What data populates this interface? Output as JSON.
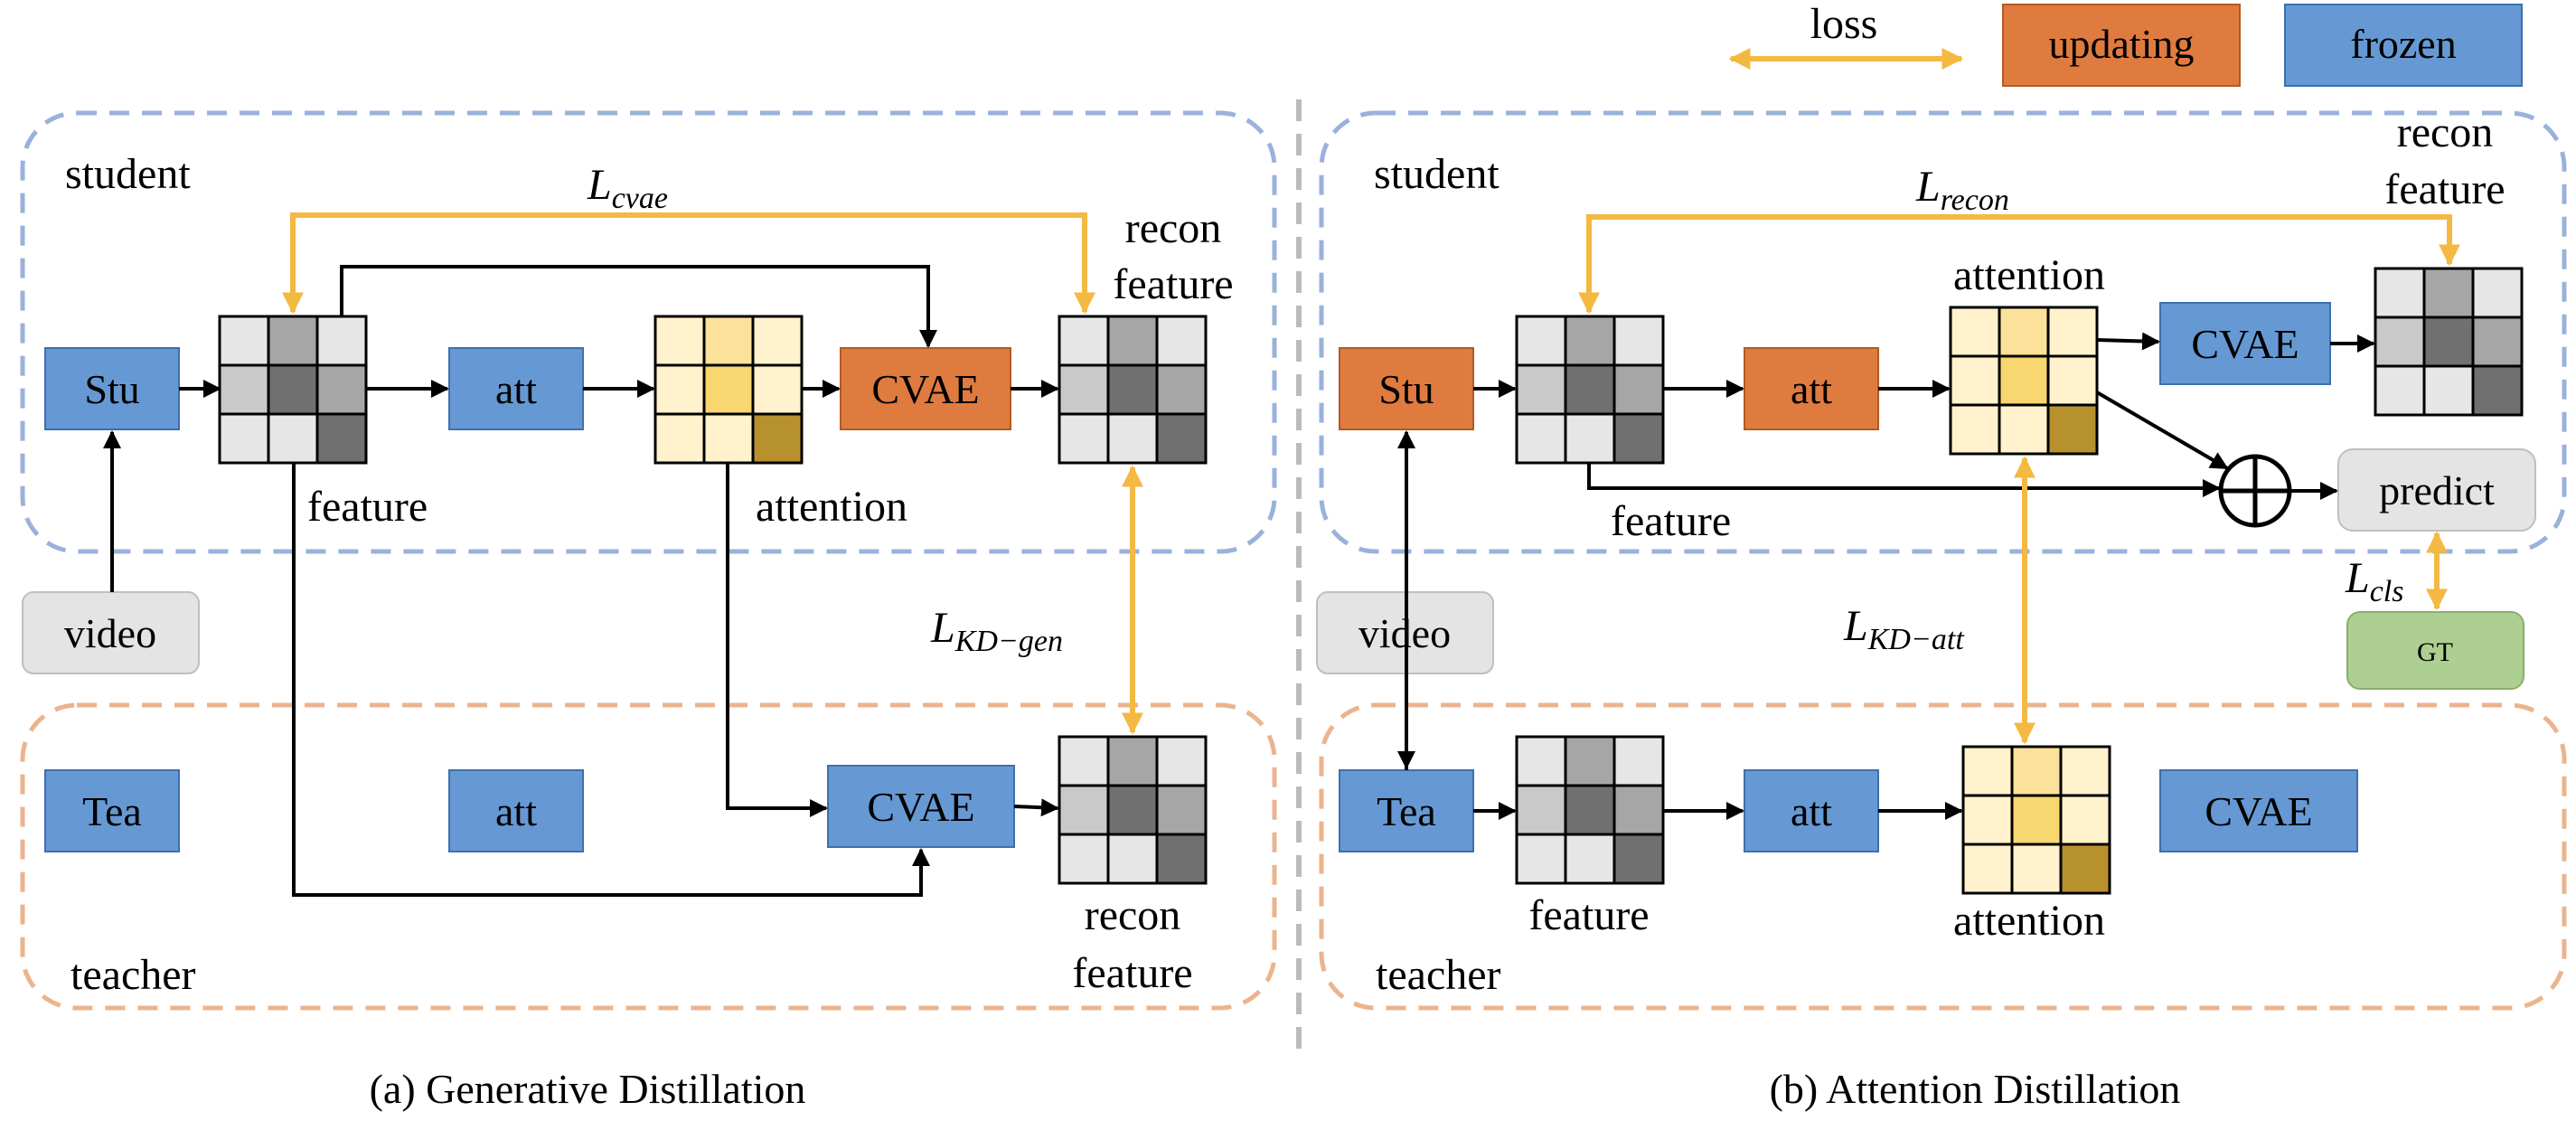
{
  "legend": {
    "loss": "loss",
    "updating": "updating",
    "frozen": "frozen"
  },
  "colors": {
    "updating": "#E07B40",
    "frozen": "#6699D4",
    "loss": "#F4B942",
    "student_border": "#9AB2DB",
    "teacher_border": "#EBB48E",
    "io_box": "#E4E4E4",
    "gt_box": "#ADCF92"
  },
  "panel_a": {
    "student_label": "student",
    "teacher_label": "teacher",
    "stu": "Stu",
    "tea": "Tea",
    "att_student": "att",
    "att_teacher": "att",
    "cvae_student": "CVAE",
    "cvae_teacher": "CVAE",
    "video": "video",
    "feature": "feature",
    "attention": "attention",
    "recon_top_1": "recon",
    "recon_top_2": "feature",
    "recon_bottom_1": "recon",
    "recon_bottom_2": "feature",
    "loss_cvae": {
      "main": "L",
      "sub": "cvae"
    },
    "loss_kd_gen": {
      "main": "L",
      "sub": "KD−gen"
    },
    "caption": "(a) Generative  Distillation"
  },
  "panel_b": {
    "student_label": "student",
    "teacher_label": "teacher",
    "stu": "Stu",
    "tea": "Tea",
    "att_student": "att",
    "att_teacher": "att",
    "cvae_student": "CVAE",
    "cvae_teacher": "CVAE",
    "video": "video",
    "feature_student": "feature",
    "feature_teacher": "feature",
    "attention_student": "attention",
    "attention_teacher": "attention",
    "recon_1": "recon",
    "recon_2": "feature",
    "predict": "predict",
    "gt": "GT",
    "loss_recon": {
      "main": "L",
      "sub": "recon"
    },
    "loss_kd_att": {
      "main": "L",
      "sub": "KD−att"
    },
    "loss_cls": {
      "main": "L",
      "sub": "cls"
    },
    "caption": "(b) Attention Distillation"
  }
}
